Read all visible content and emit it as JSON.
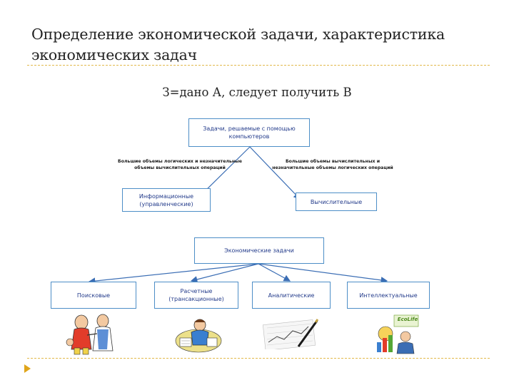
{
  "slide": {
    "title": "Определение экономической задачи, характеристика экономических задач",
    "formula": "З=дано А, следует получить В"
  },
  "diagram": {
    "top_box": "Задачи, решаемые с помощью компьютеров",
    "left_note": "Большие объемы логических и незначительные объемы вычислительных операций",
    "right_note": "Большие объемы вычислительных и незначительные объемы логических операций",
    "left_type": "Информационные (управленческие)",
    "right_type": "Вычислительные",
    "econ_box": "Экономические задачи",
    "categories": [
      "Поисковые",
      "Расчетные (трансакционные)",
      "Аналитические",
      "Интеллектуальные"
    ]
  },
  "illustrations": {
    "right_logo_text": "EcoLife"
  }
}
